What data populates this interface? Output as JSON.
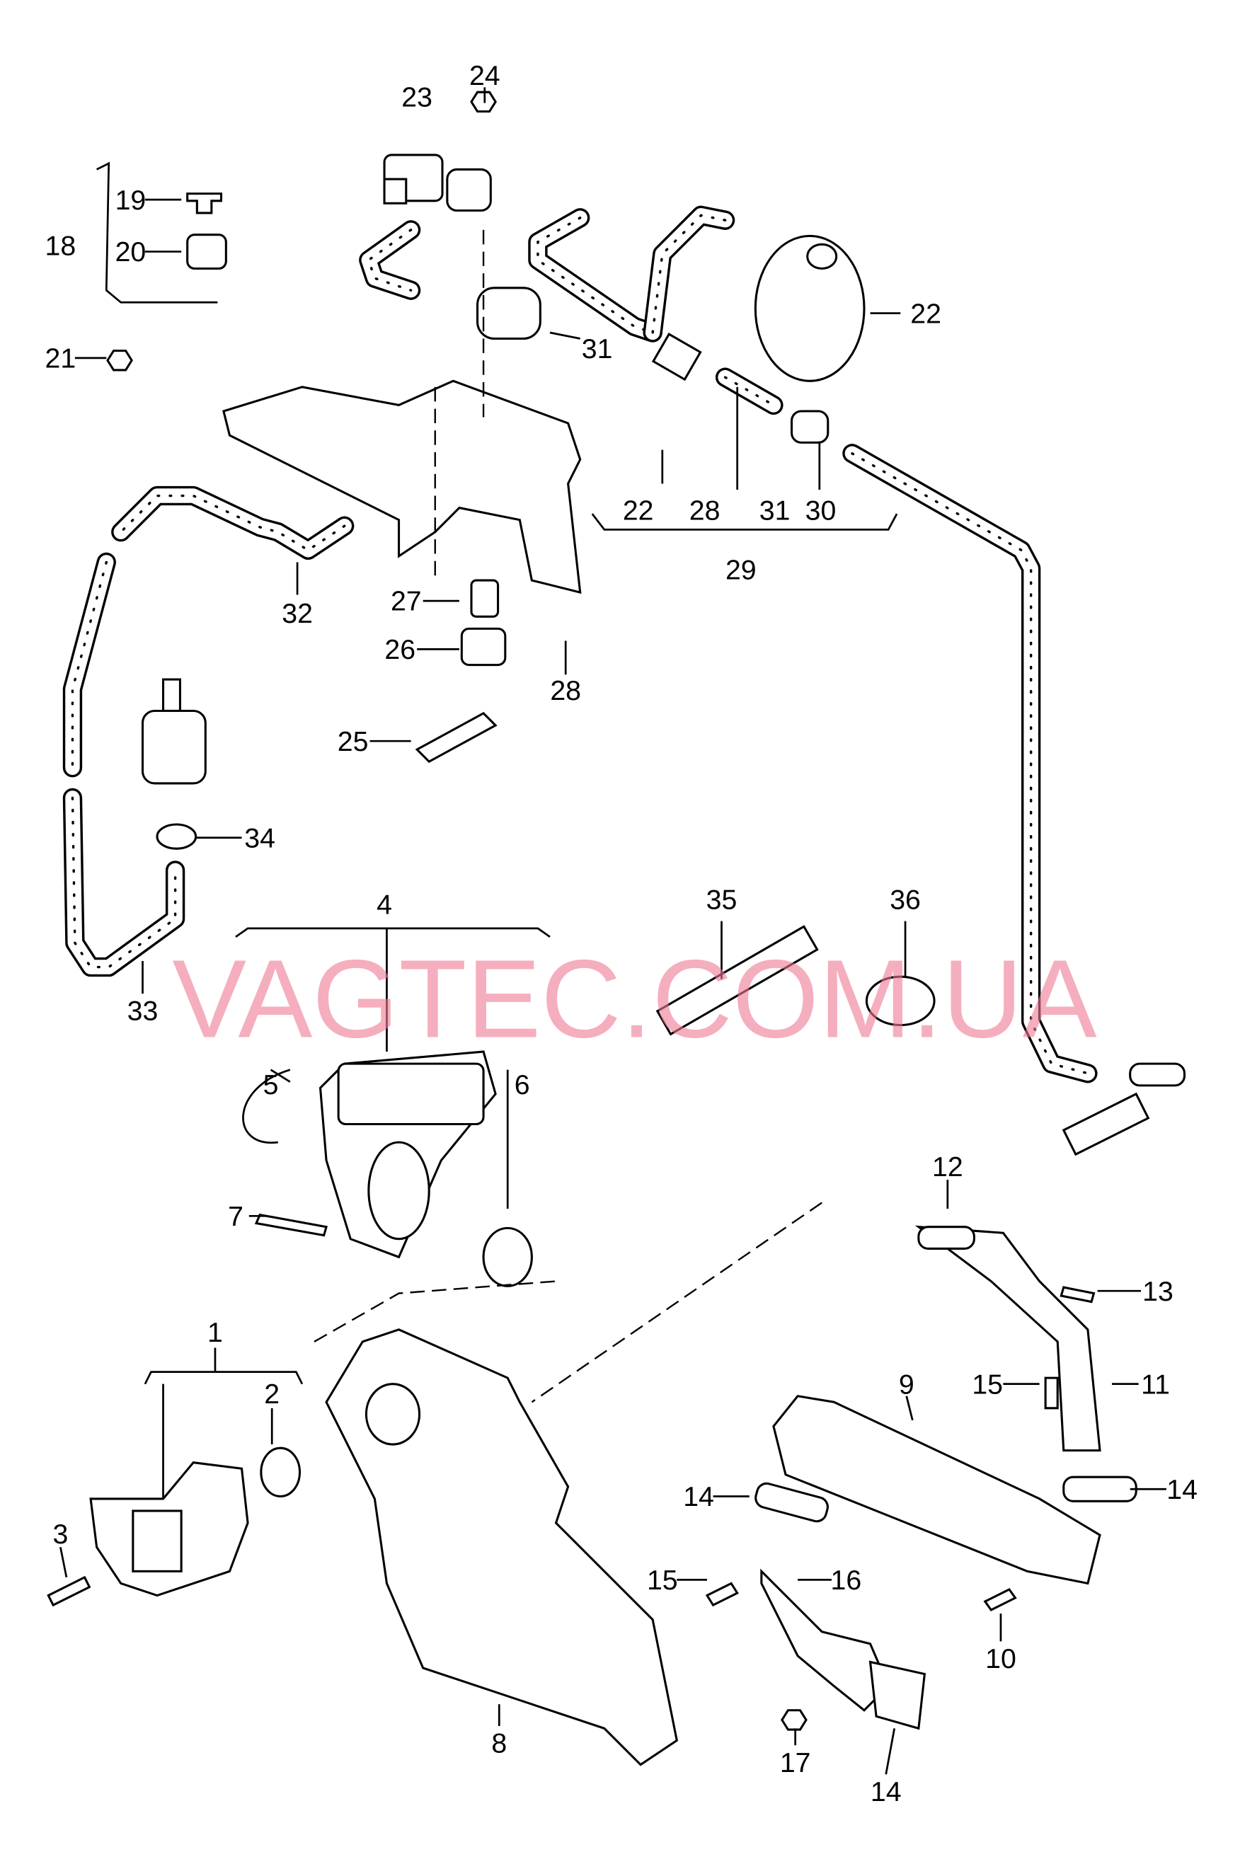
{
  "watermark": "VAGTEC.COM.UA",
  "labels": [
    "24",
    "23",
    "19",
    "18",
    "20",
    "21",
    "22",
    "31",
    "22",
    "28",
    "31",
    "30",
    "29",
    "32",
    "27",
    "26",
    "28",
    "25",
    "34",
    "33",
    "35",
    "36",
    "4",
    "5",
    "6",
    "7",
    "12",
    "13",
    "1",
    "2",
    "9",
    "15",
    "11",
    "14",
    "14",
    "3",
    "15",
    "16",
    "10",
    "8",
    "17",
    "14"
  ],
  "colors": {
    "watermark": "#f07a92",
    "lines": "#000000"
  }
}
